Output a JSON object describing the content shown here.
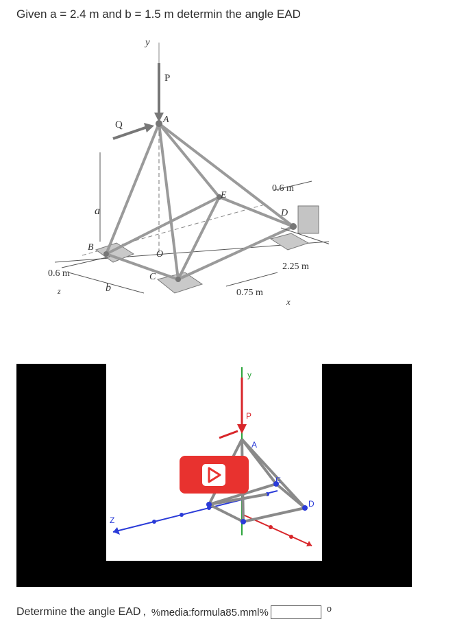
{
  "question": "Given a = 2.4 m and b = 1.5 m determin the angle EAD",
  "figure": {
    "labels": {
      "y": "y",
      "P": "P",
      "Q": "Q",
      "A": "A",
      "E": "E",
      "D": "D",
      "B": "B",
      "O": "O",
      "C": "C",
      "a": "a",
      "b": "b",
      "z": "z",
      "x": "x",
      "d06_left": "0.6 m",
      "d06_top": "0.6 m",
      "d225": "2.25 m",
      "d075": "0.75 m"
    }
  },
  "video": {
    "labels": {
      "y": "y",
      "P": "P",
      "A": "A",
      "E": "E",
      "D": "D",
      "Z": "Z"
    },
    "play_icon": "play-icon"
  },
  "answer": {
    "prompt": "Determine the angle EAD",
    "comma": ",",
    "formula": "%media:formula85.mml%",
    "value": "",
    "unit": "o"
  },
  "colors": {
    "play": "#e8322f",
    "axis_blue": "#2a3bd8",
    "axis_red": "#d8262a",
    "axis_green": "#2aa43a"
  }
}
